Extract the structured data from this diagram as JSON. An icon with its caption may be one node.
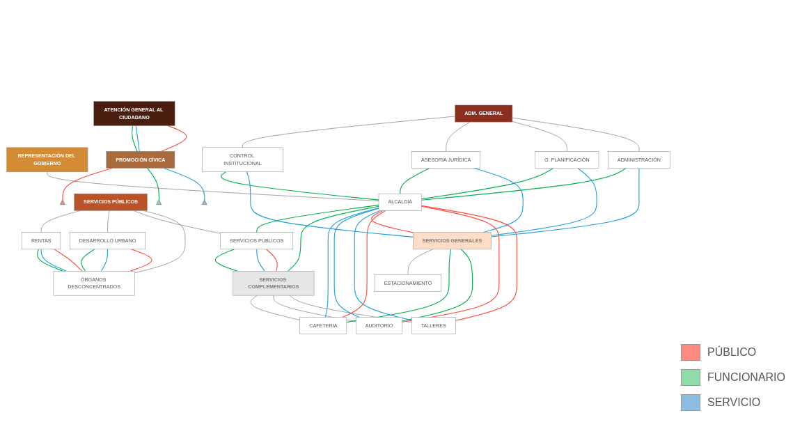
{
  "diagram": {
    "nodes": [
      {
        "text": [
          "REPRESENTACIÓN DEL GOBIERNO"
        ]
      },
      {
        "text": [
          "ALCALDIA"
        ]
      },
      {
        "text": [
          "ADM. GENERAL"
        ]
      },
      {
        "text": [
          "CONTROL INSTITUCIONAL"
        ]
      },
      {
        "text": [
          "ASESORIA JURÍDICA"
        ]
      },
      {
        "text": [
          "G. PLANIFICACIÓN"
        ]
      },
      {
        "text": [
          "ADMINISTRACIÓN"
        ]
      },
      {
        "text": [
          "SERVICIOS GENERALES"
        ]
      },
      {
        "text": [
          "ESTACIONAMIENTO"
        ]
      },
      {
        "text": [
          "SERVICIOS PÚBLICOS"
        ]
      },
      {
        "text": [
          "RENTAS"
        ]
      },
      {
        "text": [
          "DESARROLLO URBANO"
        ]
      },
      {
        "text": [
          "SERVICIOS PÚBLICOS"
        ]
      },
      {
        "text": [
          "ATENCIÓN GENERAL AL CIUDADANO"
        ]
      },
      {
        "text": [
          "SERVICIOS COMPLEMENTARIOS"
        ]
      },
      {
        "text": [
          "PROMOCIÓN CÍVICA"
        ]
      },
      {
        "text": [
          "ÓRGANOS DESCONCENTRADOS"
        ]
      },
      {
        "text": [
          "CAFETERIA"
        ]
      },
      {
        "text": [
          "AUDITORIO"
        ]
      },
      {
        "text": [
          "TALLERES"
        ]
      },
      {
        "text": [],
        "shape": "triangle"
      },
      {
        "text": [],
        "shape": "triangle"
      },
      {
        "text": [],
        "shape": "triangle"
      }
    ],
    "edges": [
      {
        "from": 0,
        "to": 1,
        "arrow": "none"
      },
      {
        "from": 2,
        "to": 3,
        "arrow": "none"
      },
      {
        "from": 2,
        "to": 4,
        "arrow": "none"
      },
      {
        "from": 2,
        "to": 5,
        "arrow": "none"
      },
      {
        "from": 2,
        "to": 6,
        "arrow": "none"
      },
      {
        "from": 7,
        "to": 8,
        "arrow": "none"
      },
      {
        "from": 9,
        "to": 10,
        "arrow": "none"
      },
      {
        "from": 9,
        "to": 11,
        "arrow": "none"
      },
      {
        "from": 9,
        "to": 12,
        "arrow": "none"
      },
      {
        "from": 9,
        "to": 16,
        "arrow": "none"
      },
      {
        "from": 14,
        "to": 17,
        "arrow": "none"
      },
      {
        "from": 14,
        "to": 18,
        "arrow": "none"
      },
      {
        "from": 14,
        "to": 19,
        "arrow": "none"
      },
      {
        "from": 3,
        "to": 1,
        "arrow": "none",
        "color": "#00b050"
      },
      {
        "from": 4,
        "to": 1,
        "arrow": "none",
        "color": "#00b050"
      },
      {
        "from": 5,
        "to": 1,
        "arrow": "none",
        "color": "#00b050"
      },
      {
        "from": 6,
        "to": 1,
        "arrow": "none",
        "color": "#00b050"
      },
      {
        "from": 1,
        "to": 12,
        "arrow": "none",
        "color": "#00b050"
      },
      {
        "from": 1,
        "to": 14,
        "arrow": "none",
        "color": "#00b050"
      },
      {
        "from": 7,
        "to": 17,
        "arrow": "none",
        "color": "#00b050"
      },
      {
        "from": 7,
        "to": 18,
        "arrow": "none",
        "color": "#00b050"
      },
      {
        "from": 10,
        "to": 16,
        "arrow": "none",
        "color": "#00b050"
      },
      {
        "from": 11,
        "to": 16,
        "arrow": "none",
        "color": "#00b050"
      },
      {
        "from": 12,
        "to": 14,
        "arrow": "none",
        "color": "#00b050"
      },
      {
        "from": 13,
        "to": 15,
        "arrow": "none",
        "color": "#00b050"
      },
      {
        "from": 3,
        "to": 7,
        "arrow": "none",
        "color": "#1f9fdb"
      },
      {
        "from": 4,
        "to": 7,
        "arrow": "none",
        "color": "#1f9fdb"
      },
      {
        "from": 5,
        "to": 7,
        "arrow": "none",
        "color": "#1f9fdb"
      },
      {
        "from": 6,
        "to": 7,
        "arrow": "none",
        "color": "#1f9fdb"
      },
      {
        "from": 1,
        "to": 17,
        "arrow": "none",
        "color": "#1f9fdb"
      },
      {
        "from": 1,
        "to": 18,
        "arrow": "none",
        "color": "#1f9fdb"
      },
      {
        "from": 1,
        "to": 19,
        "arrow": "none",
        "color": "#1f9fdb"
      },
      {
        "from": 10,
        "to": 16,
        "arrow": "none",
        "color": "#1f9fdb"
      },
      {
        "from": 11,
        "to": 16,
        "arrow": "none",
        "color": "#1f9fdb"
      },
      {
        "from": 12,
        "to": 14,
        "arrow": "none",
        "color": "#1f9fdb"
      },
      {
        "from": 13,
        "to": 15,
        "arrow": "none",
        "color": "#1f9fdb"
      },
      {
        "from": 1,
        "to": 7,
        "arrow": "none",
        "color": "#ff4b3b"
      },
      {
        "from": 1,
        "to": 17,
        "arrow": "none",
        "color": "#ff4b3b"
      },
      {
        "from": 1,
        "to": 18,
        "arrow": "none",
        "color": "#ff4b3b"
      },
      {
        "from": 1,
        "to": 19,
        "arrow": "none",
        "color": "#ff4b3b"
      },
      {
        "from": 10,
        "to": 16,
        "arrow": "none",
        "color": "#ff4b3b"
      },
      {
        "from": 11,
        "to": 16,
        "arrow": "none",
        "color": "#ff4b3b"
      },
      {
        "from": 12,
        "to": 14,
        "arrow": "none",
        "color": "#ff4b3b"
      },
      {
        "from": 13,
        "to": 15,
        "arrow": "none",
        "color": "#ff4b3b"
      },
      {
        "from": 15,
        "to": 20,
        "arrow": "none",
        "color": "#ff4b3b"
      },
      {
        "from": 15,
        "to": 21,
        "arrow": "none",
        "color": "#00b050"
      },
      {
        "from": 15,
        "to": 22,
        "arrow": "none",
        "color": "#1f9fdb"
      }
    ],
    "legend": [
      {
        "text": "PÚBLICO",
        "color": "#ff8a80"
      },
      {
        "text": "FUNCIONARIO",
        "color": "#8fdcaa"
      },
      {
        "text": "SERVICIO",
        "color": "#8dbde0"
      }
    ]
  }
}
